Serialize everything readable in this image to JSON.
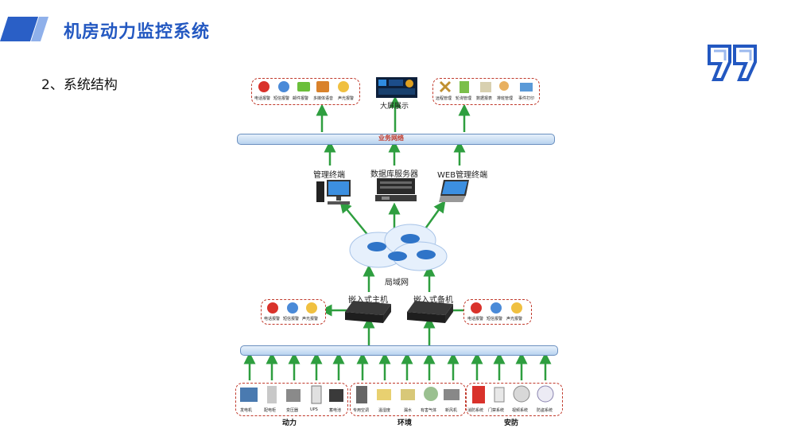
{
  "header": {
    "title": "机房动力监控系统",
    "subtitle": "2、系统结构"
  },
  "diagram": {
    "top_left_group": [
      "电话报警",
      "短信报警",
      "邮件报警",
      "多媒体语音",
      "声光报警"
    ],
    "big_screen_label": "大屏展示",
    "top_right_group": [
      "远程管理",
      "轮询管理",
      "数据报表",
      "排班管理",
      "事件打印"
    ],
    "business_network": "业务网络",
    "terminals": {
      "management": "管理终端",
      "database": "数据库服务器",
      "web": "WEB管理终端"
    },
    "lan": "局域网",
    "host_main": "嵌入式主机",
    "host_backup": "嵌入式备机",
    "left_alarm_group": [
      "电话报警",
      "短信报警",
      "声光报警"
    ],
    "right_alarm_group": [
      "电话报警",
      "短信报警",
      "声光报警"
    ],
    "power_items": [
      "发电机",
      "配电柜",
      "变压器",
      "UPS",
      "蓄电池"
    ],
    "power_label": "动力",
    "env_items": [
      "专用空调",
      "温湿度",
      "漏水",
      "有害气体",
      "新风机"
    ],
    "env_label": "环境",
    "security_items": [
      "消防系统",
      "门禁系统",
      "视频系统",
      "防盗系统"
    ],
    "security_label": "安防"
  },
  "colors": {
    "brand_blue": "#2358c1",
    "arrow_green": "#2e9e3f",
    "dash_red": "#c0392b"
  }
}
